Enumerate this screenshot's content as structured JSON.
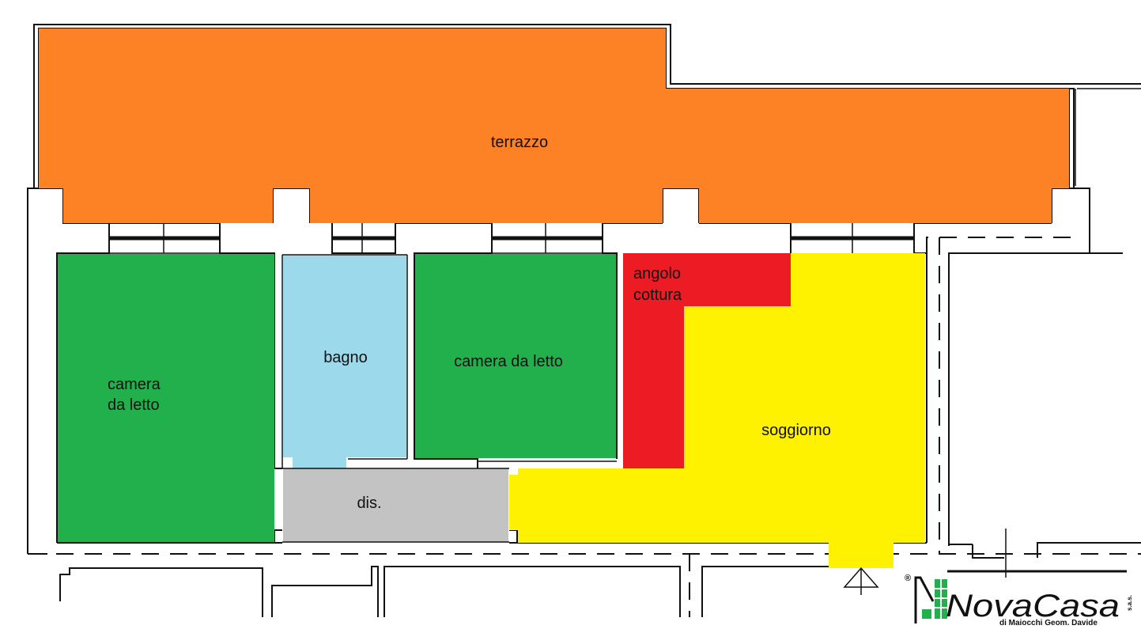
{
  "colors": {
    "terrazzo": "#fd8225",
    "camera": "#22b04c",
    "bagno": "#9bd9eb",
    "disimpegno": "#c3c3c3",
    "angolo_cottura": "#ed1c24",
    "soggiorno": "#fef200",
    "logo_green": "#22b04c"
  },
  "rooms": {
    "terrazzo": {
      "label": "terrazzo"
    },
    "camera_left": {
      "line1": "camera",
      "line2": "da letto"
    },
    "bagno": {
      "label": "bagno"
    },
    "camera_center": {
      "label": "camera da letto"
    },
    "angolo_cottura": {
      "line1": "angolo",
      "line2": "cottura"
    },
    "soggiorno": {
      "label": "soggiorno"
    },
    "disimpegno": {
      "label": "dis."
    }
  },
  "icons": {
    "entrance": "entrance-arrow-icon",
    "logo_mark": "building-logo-icon"
  },
  "logo": {
    "registered": "®",
    "wordmark": "NovaCasa",
    "suffix": "s.a.s.",
    "subtitle": "di Maiocchi Geom. Davide"
  }
}
